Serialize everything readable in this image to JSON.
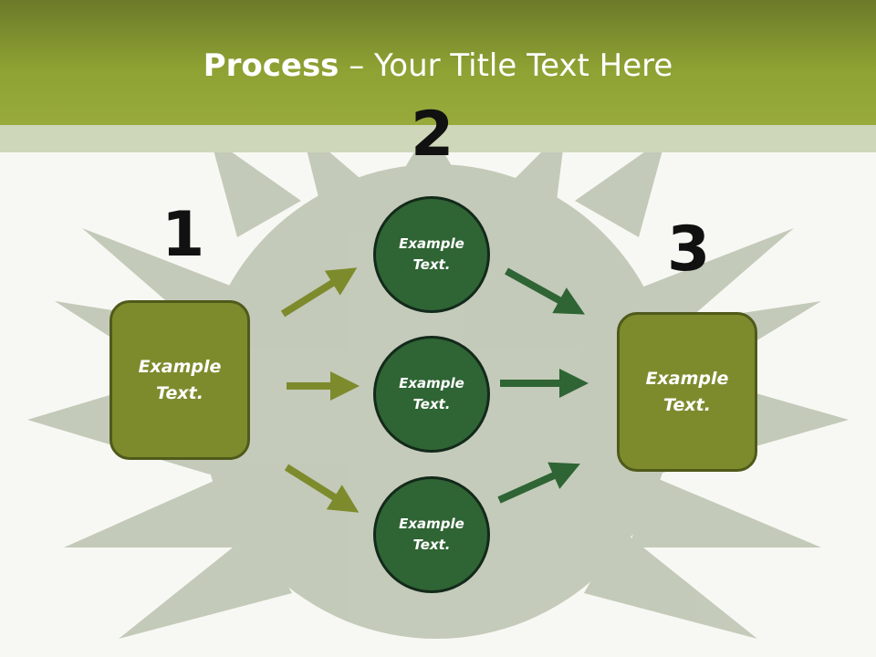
{
  "slide": {
    "title_bold": "Process",
    "title_rest": " – Your Title Text Here"
  },
  "steps": {
    "n1": "1",
    "n2": "2",
    "n3": "3"
  },
  "boxes": {
    "left": "Example\nText.",
    "right": "Example\nText."
  },
  "circles": {
    "top": "Example\nText.",
    "middle": "Example\nText.",
    "bottom": "Example\nText."
  },
  "colors": {
    "header": "#8ea133",
    "box": "#7d8b2d",
    "circle": "#2f6434",
    "arrow_light": "#7d8b2d",
    "arrow_dark": "#2f6434"
  }
}
